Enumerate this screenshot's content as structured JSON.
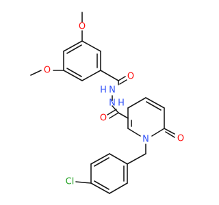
{
  "molecule": {
    "labels": {
      "o_methoxy_top": "O",
      "o_methoxy_left": "O",
      "o_amide_top": "O",
      "n_hydrazide_1": "N",
      "h_hydrazide_1": "H",
      "n_hydrazide_2": "N",
      "h_hydrazide_2": "H",
      "o_amide_mid": "O",
      "n_pyridone": "N",
      "o_pyridone": "O",
      "cl": "Cl"
    },
    "colors": {
      "bond": "#1a1a1a",
      "oxygen": "#ff0d0d",
      "nitrogen": "#3050f8",
      "chlorine": "#1fa01f",
      "hydrogen": "#3050f8"
    }
  }
}
